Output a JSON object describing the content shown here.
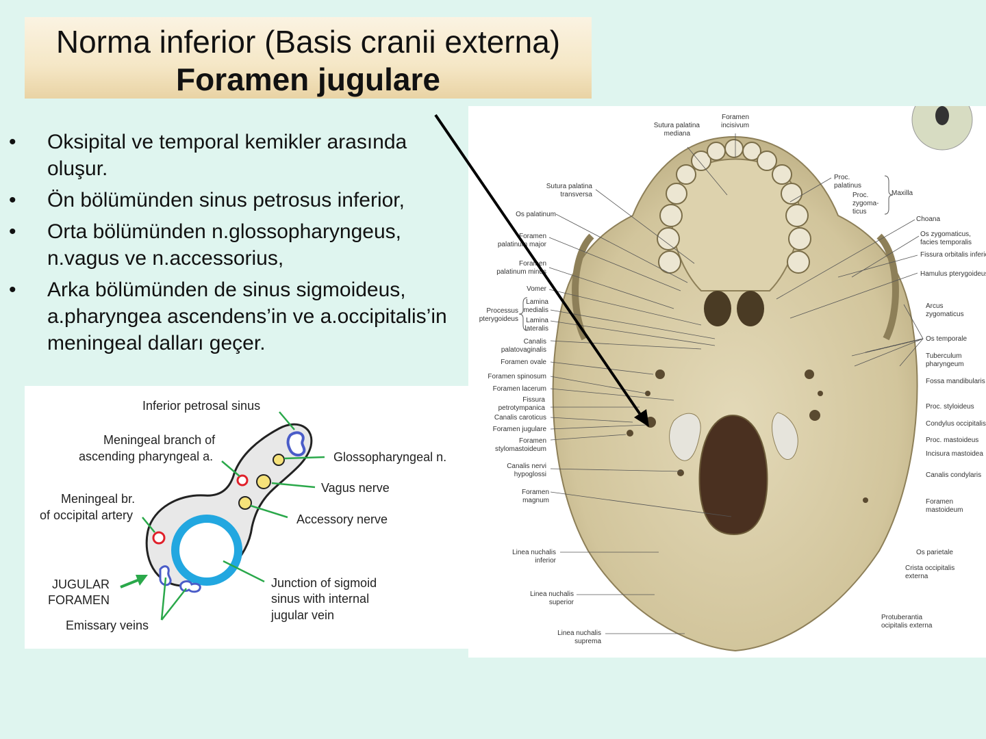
{
  "title": {
    "line1": "Norma inferior (Basis cranii externa)",
    "line2": "Foramen jugulare"
  },
  "bullets": [
    {
      "symbol": "•",
      "text": "Oksipital ve temporal kemikler arasında oluşur."
    },
    {
      "symbol": "•",
      "text": "Ön bölümünden sinus petrosus inferior,"
    },
    {
      "symbol": "•",
      "text": "Orta bölümünden n.glossopharyngeus, n.vagus ve n.accessorius,"
    },
    {
      "symbol": "•",
      "text": "Arka bölümünden de sinus sigmoideus, a.pharyngea ascendens’in ve a.occipitalis’in meningeal dalları geçer."
    }
  ],
  "diagram": {
    "inferior_petrosal": "Inferior petrosal sinus",
    "meningeal_pharyngeal_1": "Meningeal branch of",
    "meningeal_pharyngeal_2": "ascending pharyngeal a.",
    "glossopharyngeal": "Glossopharyngeal n.",
    "vagus": "Vagus nerve",
    "meningeal_occipital_1": "Meningeal br.",
    "meningeal_occipital_2": "of occipital artery",
    "accessory": "Accessory nerve",
    "jugular_1": "JUGULAR",
    "jugular_2": "FORAMEN",
    "junction_1": "Junction of sigmoid",
    "junction_2": "sinus with internal",
    "junction_3": "jugular vein",
    "emissary": "Emissary veins"
  },
  "skull_labels": {
    "sutura_palatina_mediana_1": "Sutura palatina",
    "sutura_palatina_mediana_2": "mediana",
    "foramen_incisivum_1": "Foramen",
    "foramen_incisivum_2": "incisivum",
    "sutura_palatina_transversa_1": "Sutura palatina",
    "sutura_palatina_transversa_2": "transversa",
    "proc_palatinus_1": "Proc.",
    "proc_palatinus_2": "palatinus",
    "proc_zygomaticus_1": "Proc.",
    "proc_zygomaticus_2": "zygoma-",
    "proc_zygomaticus_3": "ticus",
    "maxilla": "Maxilla",
    "os_palatinum": "Os palatinum",
    "choana": "Choana",
    "foramen_palatinum_major_1": "Foramen",
    "foramen_palatinum_major_2": "palatinum major",
    "os_zygomaticus_1": "Os zygomaticus,",
    "os_zygomaticus_2": "facies temporalis",
    "fissura_orbitalis": "Fissura orbitalis inferior",
    "foramen_palatinum_minus_1": "Foramen",
    "foramen_palatinum_minus_2": "palatinum minus",
    "hamulus": "Hamulus pterygoideus",
    "vomer": "Vomer",
    "lamina_medialis_1": "Lamina",
    "lamina_medialis_2": "medialis",
    "processus_pterygoideus_1": "Processus",
    "processus_pterygoideus_2": "pterygoideus",
    "lamina_lateralis_1": "Lamina",
    "lamina_lateralis_2": "lateralis",
    "arcus_zygomaticus_1": "Arcus",
    "arcus_zygomaticus_2": "zygomaticus",
    "canalis_palatovaginalis_1": "Canalis",
    "canalis_palatovaginalis_2": "palatovaginalis",
    "os_temporale": "Os temporale",
    "foramen_ovale": "Foramen ovale",
    "tuberculum_pharyngeum_1": "Tuberculum",
    "tuberculum_pharyngeum_2": "pharyngeum",
    "foramen_spinosum": "Foramen spinosum",
    "fossa_mandibularis": "Fossa mandibularis",
    "foramen_lacerum": "Foramen lacerum",
    "fissura_petrotympanica_1": "Fissura",
    "fissura_petrotympanica_2": "petrotympanica",
    "proc_styloideus": "Proc. styloideus",
    "canalis_caroticus": "Canalis caroticus",
    "condylus": "Condylus occipitalis",
    "foramen_jugulare": "Foramen jugulare",
    "foramen_stylomastoideum_1": "Foramen",
    "foramen_stylomastoideum_2": "stylomastoideum",
    "proc_mastoideus": "Proc. mastoideus",
    "incisura_mastoidea": "Incisura mastoidea",
    "canalis_hypoglossi_1": "Canalis nervi",
    "canalis_hypoglossi_2": "hypoglossi",
    "canalis_condylaris": "Canalis condylaris",
    "foramen_magnum_1": "Foramen",
    "foramen_magnum_2": "magnum",
    "foramen_mastoideum_1": "Foramen",
    "foramen_mastoideum_2": "mastoideum",
    "linea_inferior_1": "Linea nuchalis",
    "linea_inferior_2": "inferior",
    "os_parietale": "Os parietale",
    "crista_1": "Crista occipitalis",
    "crista_2": "externa",
    "linea_superior_1": "Linea nuchalis",
    "linea_superior_2": "superior",
    "protuberantia_1": "Protuberantia",
    "protuberantia_2": "ocipitalis externa",
    "linea_suprema_1": "Linea nuchalis",
    "linea_suprema_2": "suprema"
  },
  "colors": {
    "background": "#dff5ef",
    "title_bg": "#f5e7c6",
    "bone": "#d9cfae",
    "jugular_blue": "#22a7e0",
    "vein_purple": "#4a5cc8",
    "nerve_yellow": "#f6e27a",
    "artery_red": "#e0202a",
    "pointer_green": "#2aa84a"
  }
}
